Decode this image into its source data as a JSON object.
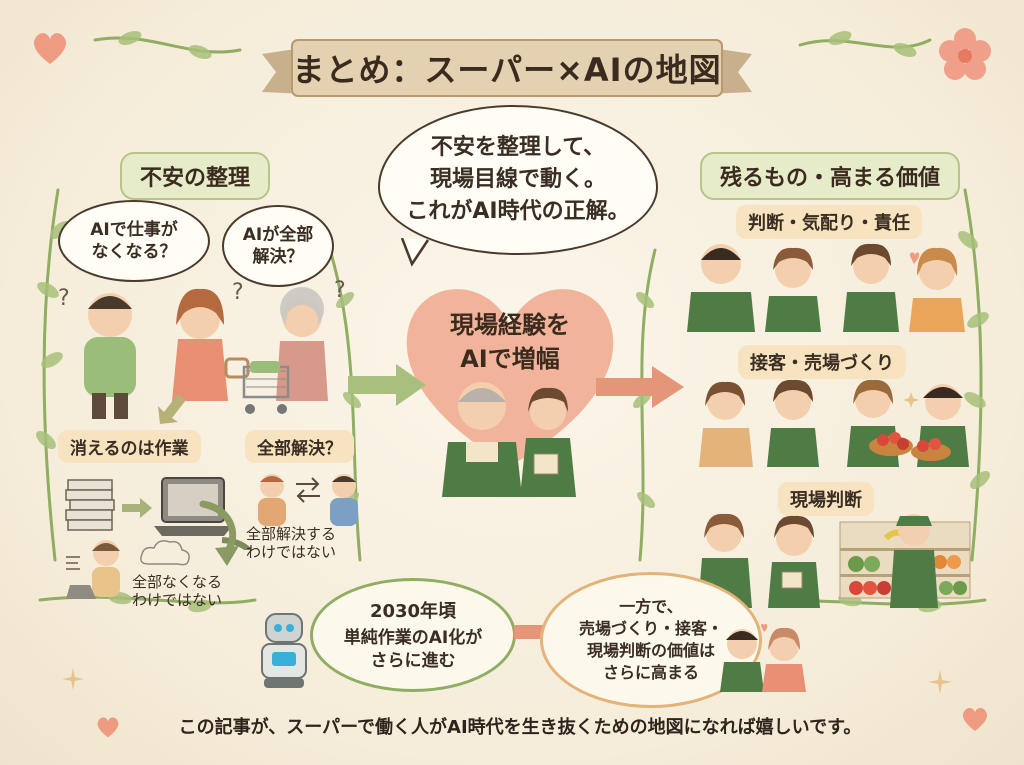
{
  "title": "まとめ：スーパー×AIの地図",
  "left": {
    "heading": "不安の整理",
    "worry1": [
      "AIで仕事が",
      "なくなる？"
    ],
    "worry2": [
      "AIが全部",
      "解決？"
    ],
    "disappear_label": "消えるのは作業",
    "all_solve_label": "全部解決？",
    "not_all_solve": [
      "全部解決する",
      "わけではない"
    ],
    "not_all_disappear": [
      "全部なくなる",
      "わけではない"
    ]
  },
  "center": {
    "speech": [
      "不安を整理して、",
      "現場目線で動く。",
      "これがAI時代の正解。"
    ],
    "heart_text": [
      "現場経験を",
      "AIで増幅"
    ]
  },
  "right": {
    "heading": "残るもの・高まる価値",
    "skill1": "判断・気配り・責任",
    "skill2": "接客・売場づくり",
    "skill3": "現場判断"
  },
  "bottom": {
    "year": "2030年頃",
    "automation": [
      "単純作業のAI化が",
      "さらに進む"
    ],
    "value": [
      "一方で、",
      "売場づくり・接客・",
      "現場判断の価値は",
      "さらに高まる"
    ]
  },
  "footer": "この記事が、スーパーで働く人がAI時代を生き抜くための地図になれば嬉しいです。",
  "colors": {
    "background": "#f5ecd9",
    "leaf_green": "#8fae62",
    "heart_coral": "#e89a7a",
    "arrow_green": "#a9bf7e",
    "arrow_coral": "#e59578",
    "apron_green": "#4f7b45"
  }
}
